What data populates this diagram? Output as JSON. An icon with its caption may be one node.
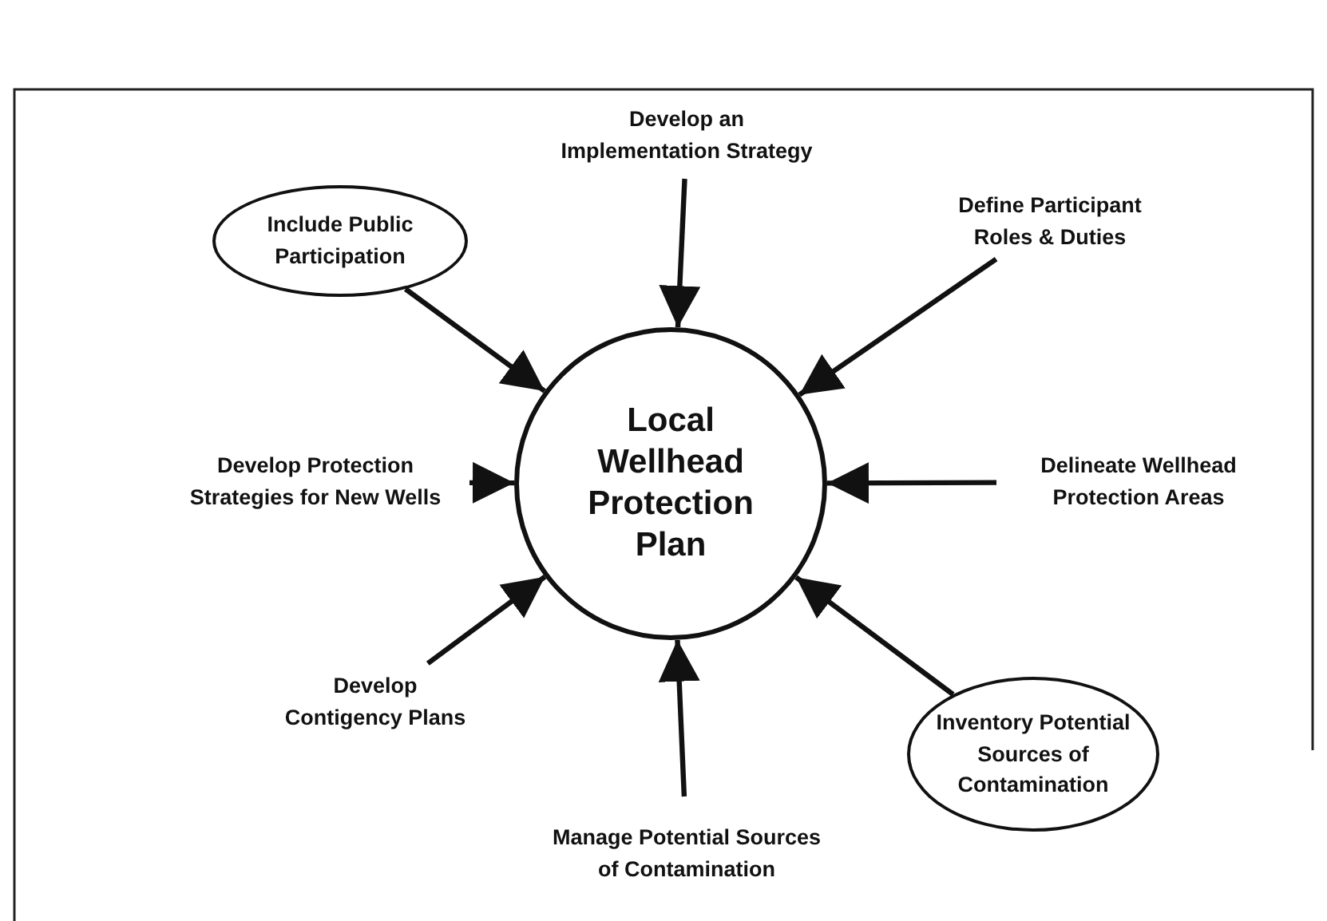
{
  "diagram": {
    "nodes": [
      {
        "text": [
          "Local Wellhead Protection Plan"
        ]
      },
      {
        "text": [
          "Develop an Implementation Strategy"
        ]
      },
      {
        "text": [
          "Include Public Participation"
        ]
      },
      {
        "text": [
          "Define Participant Roles & Duties"
        ]
      },
      {
        "text": [
          "Develop Protection Strategies for New Wells"
        ]
      },
      {
        "text": [
          "Delineate Wellhead Protection Areas"
        ]
      },
      {
        "text": [
          "Develop Contigency Plans"
        ]
      },
      {
        "text": [
          "Manage Potential Sources of Contamination"
        ]
      },
      {
        "text": [
          "Inventory Potential Sources of Contamination"
        ]
      }
    ],
    "edges": [
      {
        "from": 1,
        "to": 0,
        "arrow": "to"
      },
      {
        "from": 2,
        "to": 0,
        "arrow": "to"
      },
      {
        "from": 3,
        "to": 0,
        "arrow": "to"
      },
      {
        "from": 4,
        "to": 0,
        "arrow": "to"
      },
      {
        "from": 5,
        "to": 0,
        "arrow": "to"
      },
      {
        "from": 6,
        "to": 0,
        "arrow": "to"
      },
      {
        "from": 7,
        "to": 0,
        "arrow": "to"
      },
      {
        "from": 8,
        "to": 0,
        "arrow": "to"
      }
    ]
  }
}
